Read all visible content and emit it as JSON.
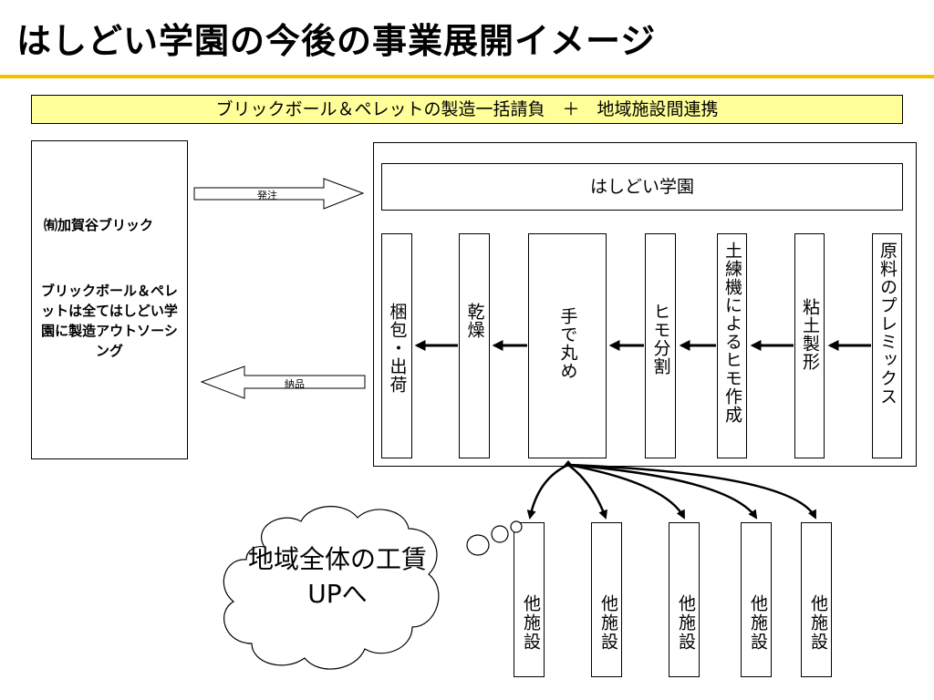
{
  "title": "はしどい学園の今後の事業展開イメージ",
  "banner": "ブリックボール＆ペレットの製造一括請負　＋　地域施設間連携",
  "left": {
    "company": "㈲加賀谷ブリック",
    "outsourcing": "ブリックボール＆ペレットは全てはしどい学園に製造アウトソーシング"
  },
  "flow": {
    "order_label": "発注",
    "delivery_label": "納品"
  },
  "school": "はしどい学園",
  "steps": {
    "s1": "原料のプレミックス",
    "s2": "粘土製形",
    "s3": "土練機によるヒモ作成",
    "s4": "ヒモ分割",
    "s5": "手で丸め",
    "s6": "乾燥",
    "s7": "梱包・出荷"
  },
  "facilities": [
    "他施設",
    "他施設",
    "他施設",
    "他施設",
    "他施設"
  ],
  "cloud": "地域全体の工賃UPへ"
}
